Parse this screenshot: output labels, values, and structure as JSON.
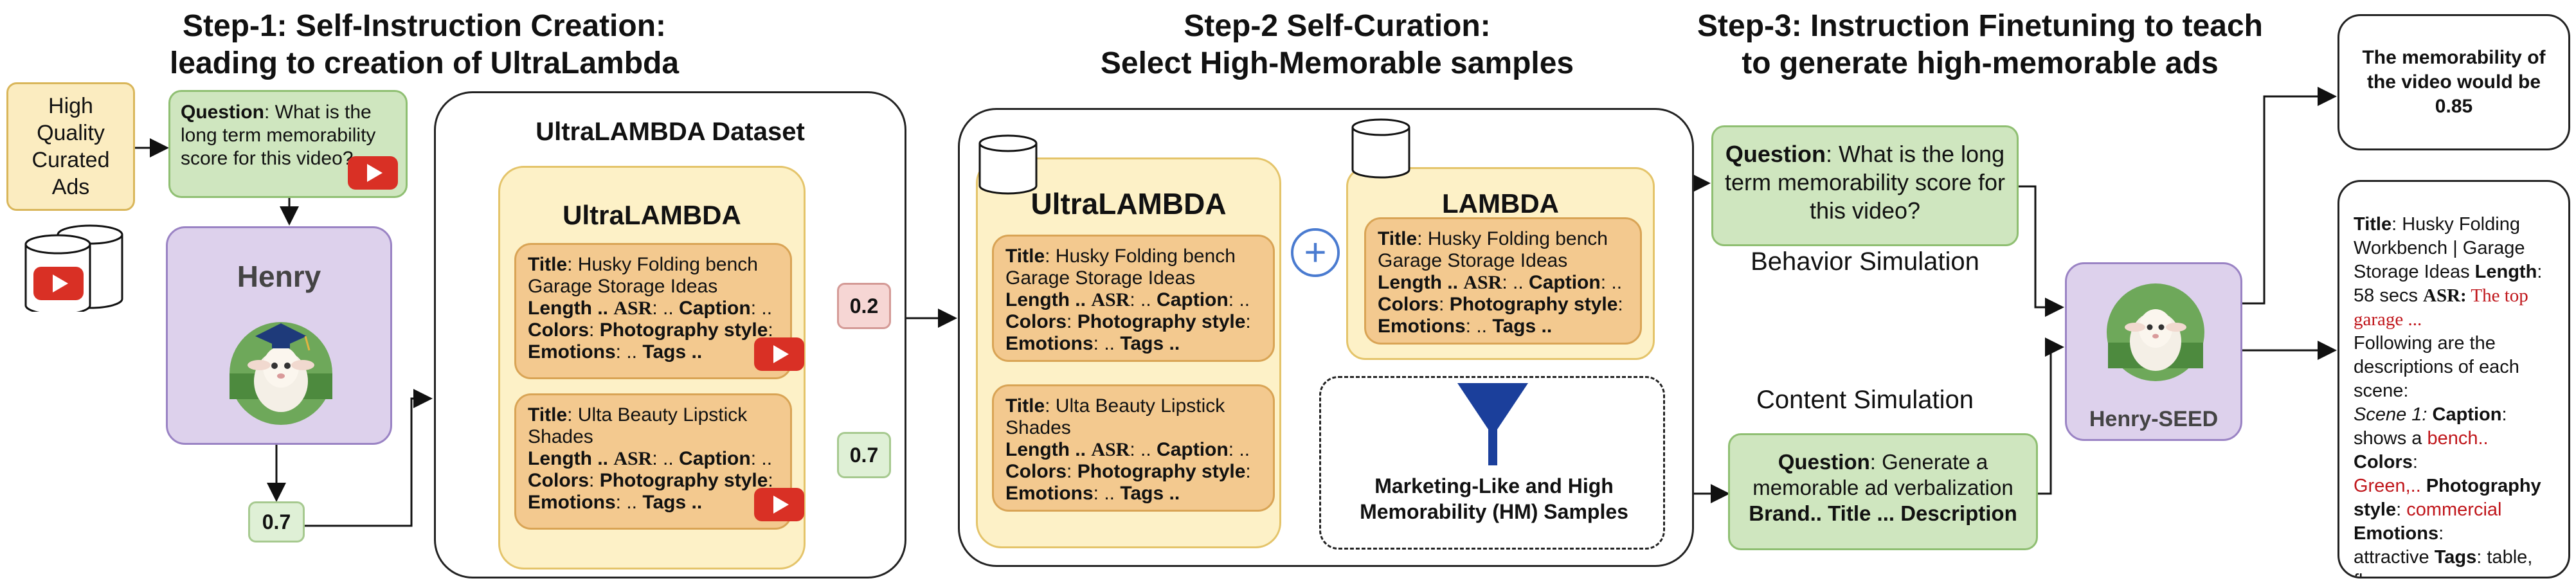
{
  "step1": {
    "line1": "Step-1: Self-Instruction Creation:",
    "line2": "leading to creation of UltraLambda"
  },
  "step2": {
    "line1": "Step-2 Self-Curation:",
    "line2": "Select High-Memorable samples"
  },
  "step3": {
    "line1": "Step-3: Instruction Finetuning to teach",
    "line2": "to generate high-memorable ads"
  },
  "ads_box": "High Quality Curated Ads",
  "question1": {
    "bold": "Question",
    "text": ": What is the long term memorability score for this video?"
  },
  "henry": "Henry",
  "score_small": "0.7",
  "dataset_title": "UltraLAMBDA Dataset",
  "ultralambda_title": "UltraLAMBDA",
  "card_a": {
    "title_bold": "Title",
    "title_text": ": Husky Folding bench Garage Storage Ideas",
    "len": "Length ..",
    "asr": "ASR",
    "asr_rest": ": ..",
    "caption": "Caption",
    "caption_rest": ": ..",
    "colors": "Colors",
    "colors_rest": ":",
    "photo": "Photography style",
    "photo_rest": ":",
    "emotions": "Emotions",
    "emotions_rest": ": ..",
    "tags": "Tags .."
  },
  "card_b": {
    "title_bold": "Title",
    "title_text": ": Ulta Beauty Lipstick Shades",
    "len": "Length ..",
    "asr": "ASR",
    "asr_rest": ": ..",
    "caption": "Caption",
    "caption_rest": ": ..",
    "colors": "Colors",
    "colors_rest": ":",
    "photo": "Photography style",
    "photo_rest": ":",
    "emotions": "Emotions",
    "emotions_rest": ": ..",
    "tags": "Tags .."
  },
  "score_a": "0.2",
  "score_b": "0.7",
  "ultralambda2_title": "UltraLAMBDA",
  "lambda_title": "LAMBDA",
  "plus": "+",
  "filter_label": "Marketing-Like and High Memorability (HM) Samples",
  "question2": {
    "bold": "Question",
    "text": ": What is the long term memorability score for this video?"
  },
  "behavior_sim": "Behavior Simulation",
  "content_sim": "Content Simulation",
  "question3": {
    "bold": "Question",
    "text": ": Generate a memorable ad verbalization",
    "line2": "Brand.. Title ... Description"
  },
  "henry_seed": "Henry-SEED",
  "output_memorability": "The memorability of the video would be 0.85",
  "output_desc": {
    "title_bold": "Title",
    "title_text": ": Husky Folding Workbench | Garage Storage Ideas ",
    "length_bold": "Length",
    "length_text": ": 58 secs ",
    "asr_bold": "ASR:",
    "asr_text": " The top garage ...",
    "following": "Following are the descriptions of each scene:",
    "scene": "Scene 1:",
    "caption_bold": "Caption",
    "caption_text": ": shows a ",
    "caption_red": "bench..",
    "colors_bold": "Colors",
    "colors_text": ":",
    "colors_red": "Green,..",
    "photo_bold": "Photography style",
    "photo_text": ": ",
    "photo_red": "commercial",
    "emotions_bold": "Emotions",
    "emotions_text": ":",
    "emotions_rest": "attractive ",
    "tags_bold": "Tags",
    "tags_text": ": table, floor"
  },
  "colors": {
    "green": "#cfe6bf",
    "purple": "#ddd1ec",
    "yellow": "#fdf1c7",
    "orange": "#f3c98f",
    "youtube": "#d93025",
    "funnel": "#1b3f9b"
  },
  "icons": [
    "youtube-icon",
    "database-icon",
    "sheep-avatar-icon",
    "plus-icon",
    "funnel-icon"
  ]
}
